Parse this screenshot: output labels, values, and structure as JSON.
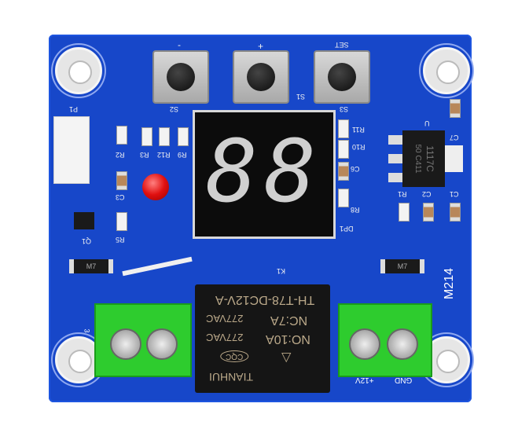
{
  "board": {
    "model": "M214",
    "relay_ref": "K1",
    "connector_ref": "P1",
    "buttons": [
      {
        "label": "-",
        "ref": "S2"
      },
      {
        "label": "+",
        "ref": "S1"
      },
      {
        "label": "SET",
        "ref": "S3"
      }
    ],
    "display": {
      "digits": "88",
      "ref": "DP1"
    },
    "components": [
      "R2",
      "R3",
      "R12",
      "R9",
      "R11",
      "R10",
      "C6",
      "R8",
      "C3",
      "R5",
      "Q1",
      "U",
      "C7",
      "R1",
      "C2",
      "C1"
    ],
    "diodes": [
      "M7",
      "M7"
    ],
    "regulator": {
      "ref": "U",
      "line1": "1117C",
      "line2": "50 C411"
    },
    "relay": {
      "model": "TH-T78-DC12V-A",
      "nc": "NC:7A",
      "nc_rating": "277VAC",
      "no": "NO:10A",
      "no_rating": "277VAC",
      "cert": "CQC",
      "brand": "TIANHUI"
    },
    "terminals": {
      "left": "3",
      "right_gnd": "GND",
      "right_pwr": "+12V"
    },
    "colors": {
      "pcb": "#1747c9",
      "terminal": "#2ecc2e",
      "led": "#e01010"
    }
  }
}
